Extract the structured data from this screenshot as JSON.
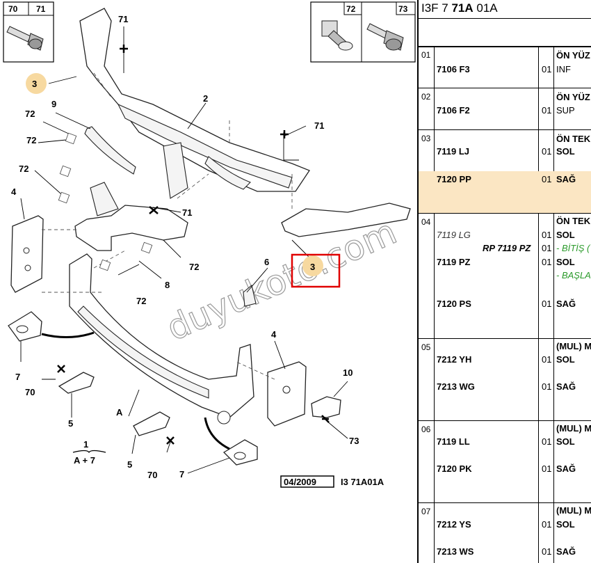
{
  "diagram": {
    "callouts": {
      "c70": "70",
      "c71": "71",
      "c72": "72",
      "c73": "73",
      "c3a": "3",
      "c71a": "71",
      "c9": "9",
      "c2": "2",
      "c72a": "72",
      "c71b": "71",
      "c72b": "72",
      "c72c": "72",
      "c4": "4",
      "c71c": "71",
      "c3b": "3",
      "c6": "6",
      "c72d": "72",
      "c8": "8",
      "c72e": "72",
      "c4b": "4",
      "c10": "10",
      "c7": "7",
      "c70a": "70",
      "c5": "5",
      "cA": "A",
      "c1": "1",
      "cA7": "A + 7",
      "c73a": "73",
      "c5b": "5",
      "c70b": "70",
      "c7b": "7"
    },
    "footer_date": "04/2009",
    "footer_ref": "I3 71A01A",
    "watermark": "duyukoto.com"
  },
  "table": {
    "title_prefix": "I3F 7 ",
    "title_bold": "71A",
    "title_suffix": " 01A",
    "rows": {
      "r01": {
        "num": "01",
        "pn": "7106 F3",
        "qty": "01",
        "d1": "ÖN YÜZ",
        "d2": "INF"
      },
      "r02": {
        "num": "02",
        "pn": "7106 F2",
        "qty": "01",
        "d1": "ÖN YÜZ",
        "d2": "SUP"
      },
      "r03": {
        "num": "03",
        "pn": "7119 LJ",
        "qty": "01",
        "d1": "ÖN TEK",
        "d2": "SOL"
      },
      "r03b": {
        "pn": "7120 PP",
        "qty": "01",
        "d2": "SAĞ"
      },
      "r04": {
        "num": "04",
        "pn_it": "7119 LG",
        "qty": "01",
        "d1": "ÖN TEK",
        "d2": "SOL",
        "rp": "RP 7119 PZ",
        "qty_rp": "01",
        "note_end": "- BİTİŞ (",
        "pn2": "7119 PZ",
        "qty2": "01",
        "d3": "SOL",
        "note_start": "- BAŞLA",
        "pn3": "7120 PS",
        "qty3": "01",
        "d4": "SAĞ"
      },
      "r05": {
        "num": "05",
        "d1": "(MUL) M",
        "pn": "7212 YH",
        "qty": "01",
        "d2": "SOL",
        "pn2": "7213 WG",
        "qty2": "01",
        "d3": "SAĞ"
      },
      "r06": {
        "num": "06",
        "d1": "(MUL) M",
        "pn": "7119 LL",
        "qty": "01",
        "d2": "SOL",
        "pn2": "7120 PK",
        "qty2": "01",
        "d3": "SAĞ"
      },
      "r07": {
        "num": "07",
        "d1": "(MUL) M",
        "pn": "7212 YS",
        "qty": "01",
        "d2": "SOL",
        "pn2": "7213 WS",
        "qty2": "01",
        "d3": "SAĞ"
      }
    }
  },
  "colors": {
    "highlight_row": "#fbe6c3",
    "badge": "#f7d9a0",
    "selection_box": "#e00000",
    "note_green": "#2a9a2a"
  }
}
